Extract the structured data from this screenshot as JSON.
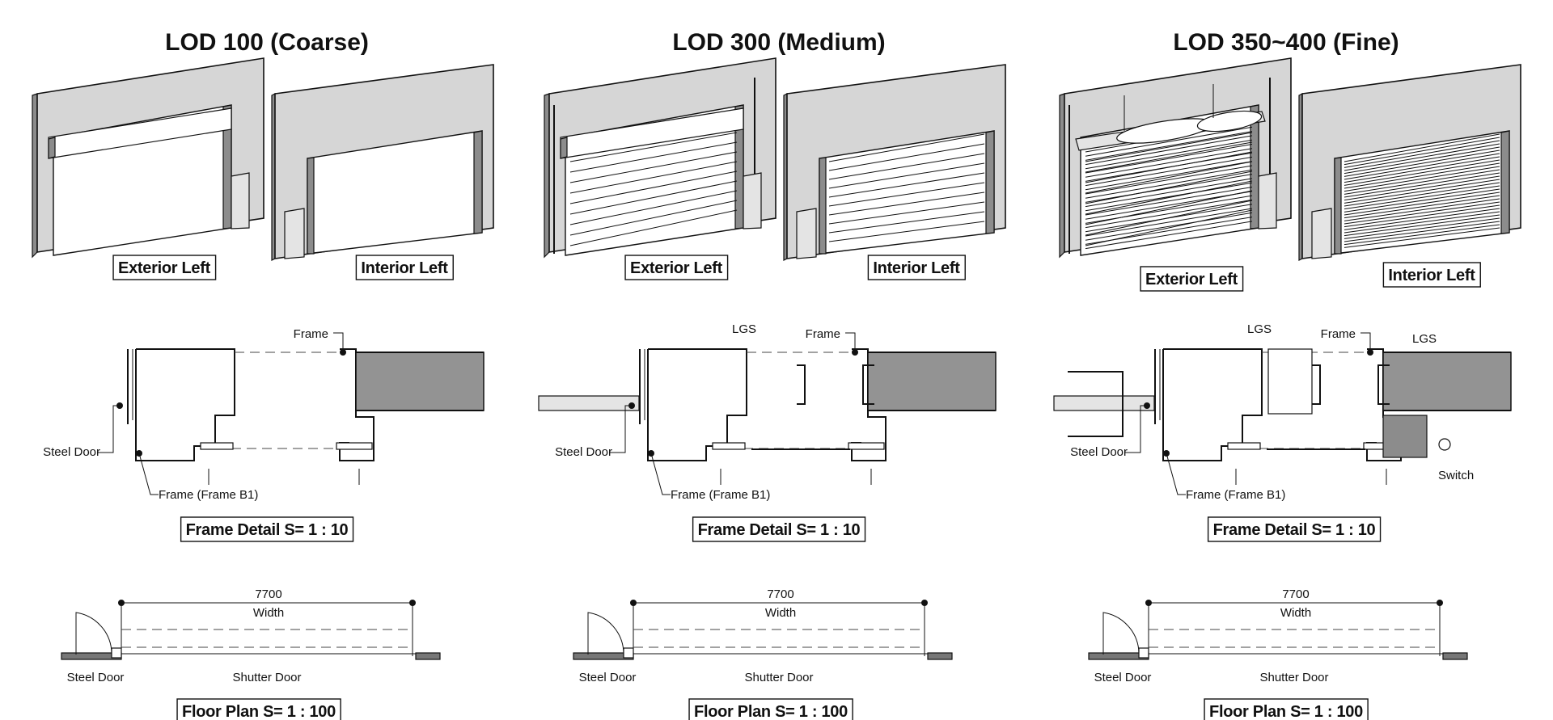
{
  "columns": [
    {
      "title": "LOD 100 (Coarse)",
      "views": {
        "exterior": "Exterior Left",
        "interior": "Interior Left"
      },
      "frame_labels": {
        "frame": "Frame",
        "steel_door": "Steel Door",
        "frame_b1": "Frame (Frame B1)",
        "lgs": "",
        "lgs2": "",
        "switch": ""
      },
      "frame_detail": "Frame Detail  S= 1 : 10",
      "plan": {
        "dimension": "7700",
        "dimension_label": "Width",
        "steel_door": "Steel Door",
        "shutter_door": "Shutter Door"
      },
      "floor_plan": "Floor Plan  S= 1 : 100"
    },
    {
      "title": "LOD 300 (Medium)",
      "views": {
        "exterior": "Exterior Left",
        "interior": "Interior Left"
      },
      "frame_labels": {
        "frame": "Frame",
        "steel_door": "Steel Door",
        "frame_b1": "Frame (Frame B1)",
        "lgs": "LGS",
        "lgs2": "",
        "switch": ""
      },
      "frame_detail": "Frame Detail  S= 1 : 10",
      "plan": {
        "dimension": "7700",
        "dimension_label": "Width",
        "steel_door": "Steel Door",
        "shutter_door": "Shutter Door"
      },
      "floor_plan": "Floor Plan  S= 1 : 100"
    },
    {
      "title": "LOD 350~400 (Fine)",
      "views": {
        "exterior": "Exterior Left",
        "interior": "Interior Left"
      },
      "frame_labels": {
        "frame": "Frame",
        "steel_door": "Steel Door",
        "frame_b1": "Frame (Frame B1)",
        "lgs": "LGS",
        "lgs2": "LGS",
        "switch": "Switch"
      },
      "frame_detail": "Frame Detail  S= 1 : 10",
      "plan": {
        "dimension": "7700",
        "dimension_label": "Width",
        "steel_door": "Steel Door",
        "shutter_door": "Shutter Door"
      },
      "floor_plan": "Floor Plan  S= 1 : 100"
    }
  ]
}
